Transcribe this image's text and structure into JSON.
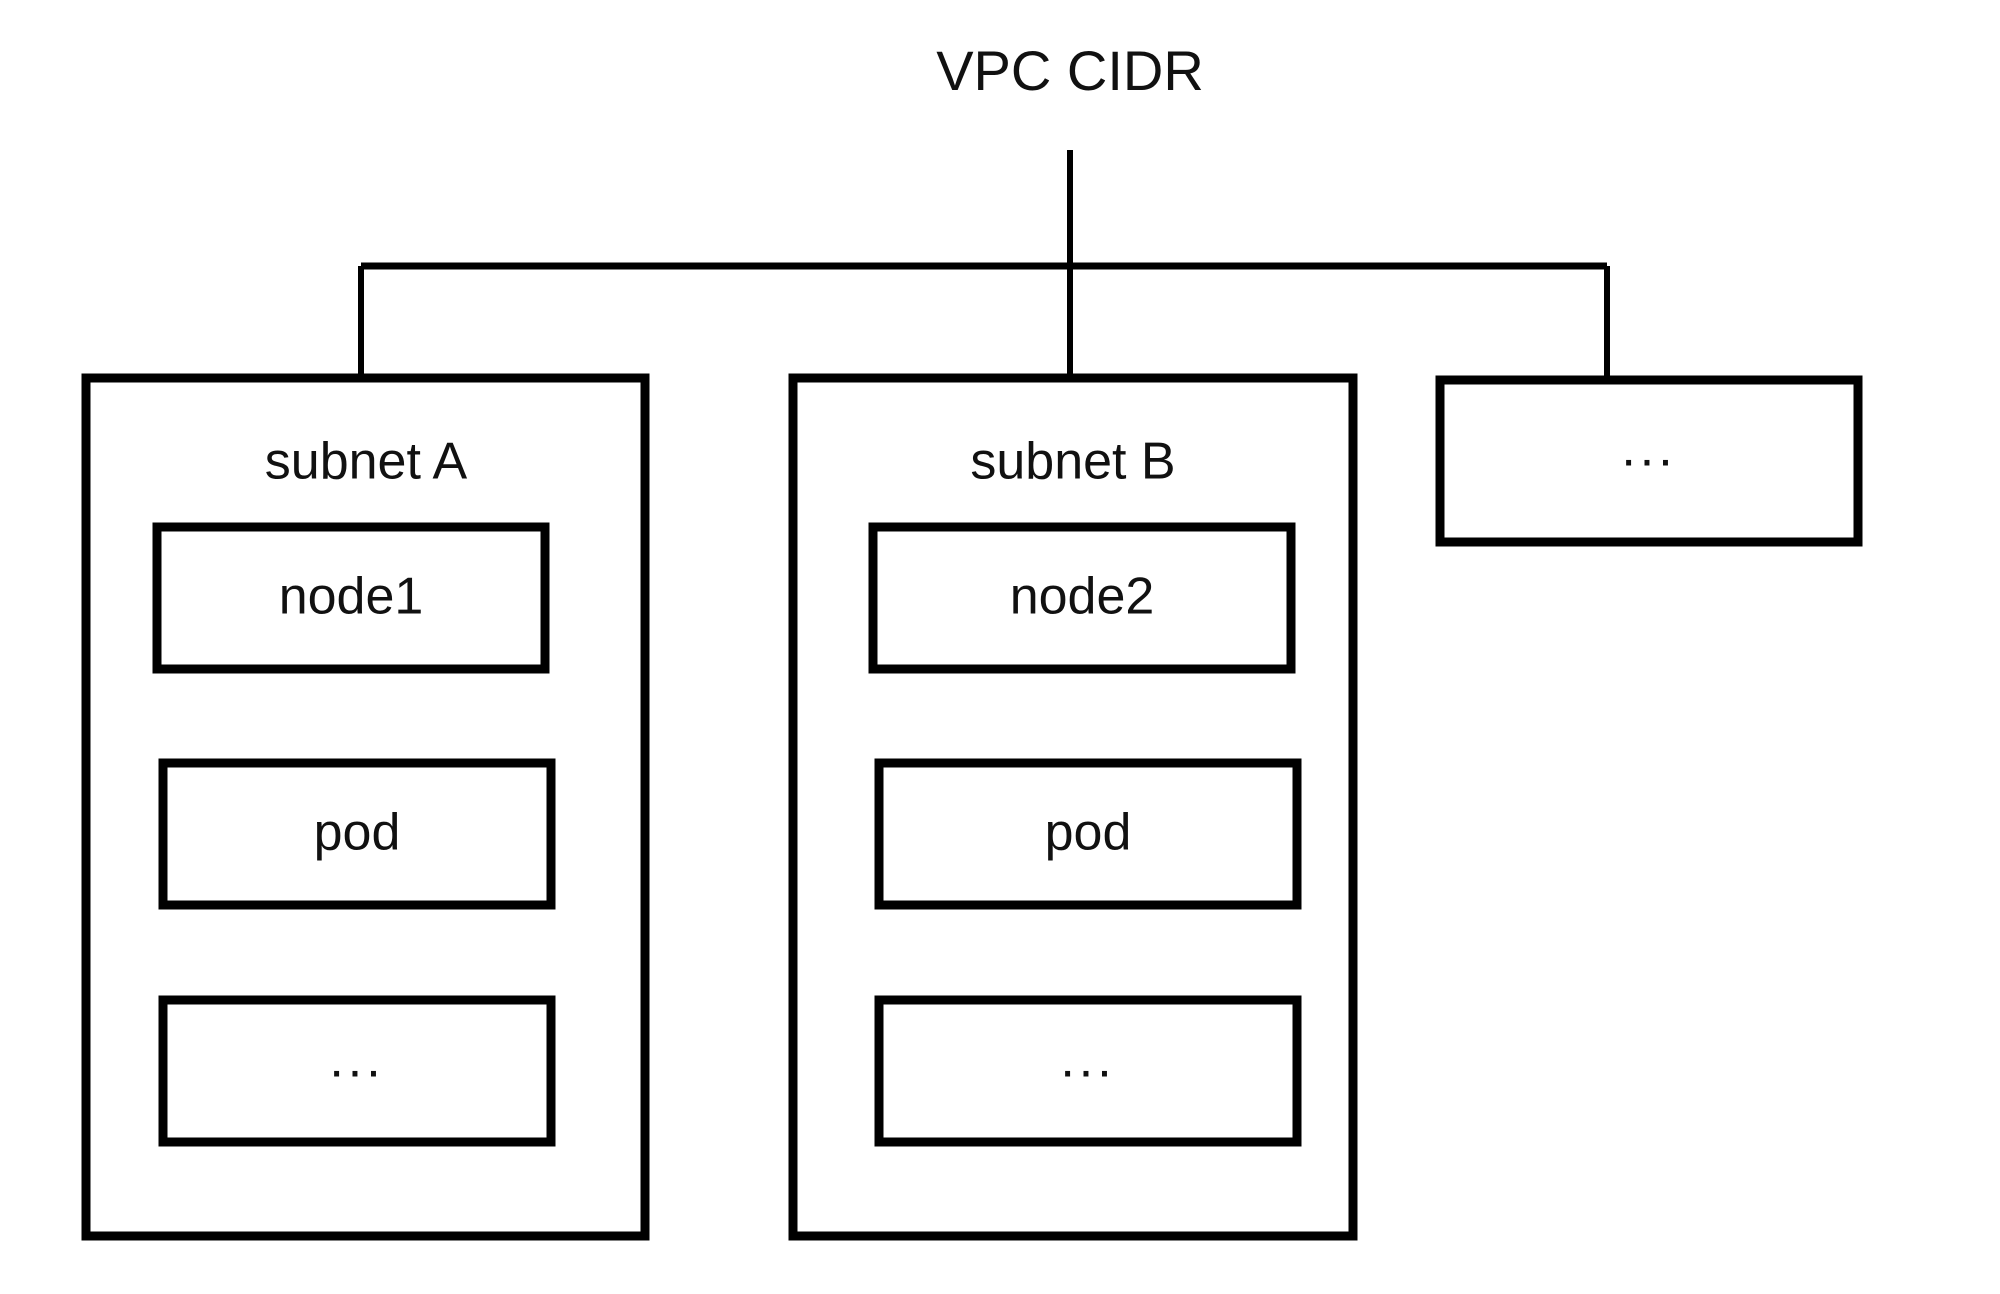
{
  "diagram": {
    "title": "VPC CIDR",
    "root": {
      "label": "VPC CIDR",
      "name": "vpc-cidr-root"
    },
    "children": [
      {
        "id": "subnet-a",
        "label": "subnet A",
        "items": [
          {
            "id": "node1",
            "label": "node1"
          },
          {
            "id": "pod-a",
            "label": "pod"
          },
          {
            "id": "more-a",
            "label": "..."
          }
        ]
      },
      {
        "id": "subnet-b",
        "label": "subnet B",
        "items": [
          {
            "id": "node2",
            "label": "node2"
          },
          {
            "id": "pod-b",
            "label": "pod"
          },
          {
            "id": "more-b",
            "label": "..."
          }
        ]
      },
      {
        "id": "subnet-more",
        "label": "...",
        "items": []
      }
    ],
    "colors": {
      "stroke": "#000000",
      "fill": "#ffffff",
      "text": "#111111"
    }
  }
}
